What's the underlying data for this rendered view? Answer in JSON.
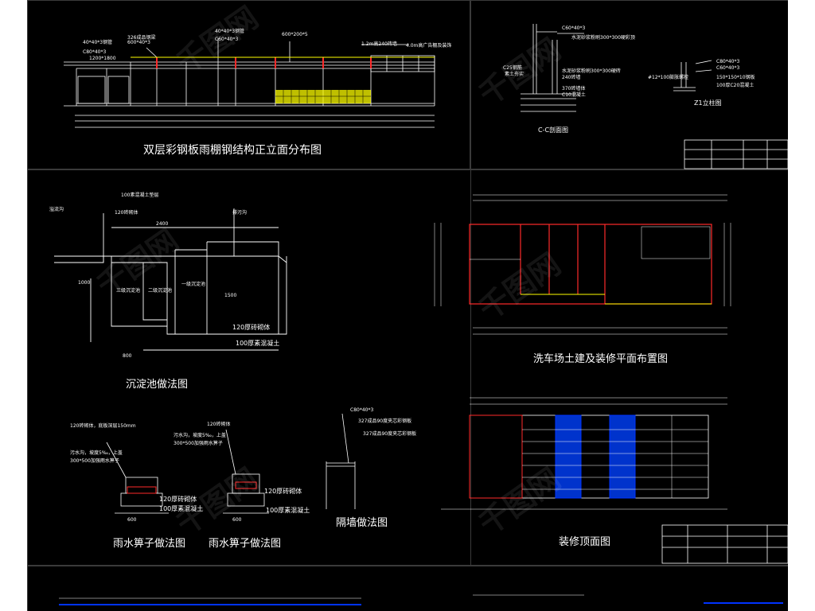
{
  "drawings": {
    "elevation": {
      "title": "双层彩钢板雨棚钢结构正立面分布图",
      "notes": [
        "40*40*3钢管",
        "C80*40*3",
        "1200*1800",
        "326成品钢梁",
        "600*40*3",
        "40*40*3钢管",
        "600*200*5",
        "1.2m高240砖墙",
        "4.0m高广告棚及装饰",
        "C60*40*3"
      ]
    },
    "section_cc": {
      "title": "C-C剖面图",
      "notes": [
        "C60*40*3",
        "水泥砂浆粉刷300*300硬彩顶",
        "C25钢筋",
        "素土夯实",
        "水泥砂浆粉刷300*300硬砖",
        "240砖墙",
        "370砖墙体",
        "C10混凝土"
      ]
    },
    "column_z1": {
      "title": "Z1立柱图",
      "notes": [
        "C80*40*3",
        "C60*40*3",
        "150*150*10钢板",
        "100厚C20混凝土",
        "#12*100膨胀螺栓"
      ]
    },
    "sedimentation": {
      "title": "沉淀池做法图",
      "notes": [
        "100素混凝土垫层",
        "溢流沟",
        "120砖砌体",
        "三级沉淀池",
        "二级沉淀池",
        "一级沉淀池",
        "120厚砖砌体",
        "100厚素混凝土",
        "排污沟",
        "2400",
        "1000",
        "1500",
        "800"
      ]
    },
    "plan": {
      "title": "洗车场土建及装修平面布置图"
    },
    "grate1": {
      "title": "雨水箅子做法图",
      "notes": [
        "120砖砌体，底板深层150mm",
        "污水沟，坡度5‰，上盖",
        "300*500加强雨水箅子",
        "120厚砖砌体",
        "100厚素混凝土",
        "600"
      ]
    },
    "grate2": {
      "title": "雨水箅子做法图",
      "notes": [
        "120砖砌体",
        "污水沟，坡度5‰，上盖",
        "300*500加强雨水箅子",
        "120厚砖砌体",
        "100厚素混凝土",
        "600"
      ]
    },
    "partition": {
      "title": "隔墙做法图",
      "notes": [
        "C80*40*3",
        "327成品90度夹芯彩钢板",
        "327成品90度夹芯彩钢板"
      ]
    },
    "ceiling": {
      "title": "装修顶面图"
    }
  },
  "colors": {
    "background": "#000000",
    "line_white": "#ffffff",
    "accent_red": "#ff2a2a",
    "accent_yellow": "#ffff00",
    "accent_blue": "#0033ff",
    "dim_cyan": "#00e5ff"
  },
  "watermark": "千图网"
}
